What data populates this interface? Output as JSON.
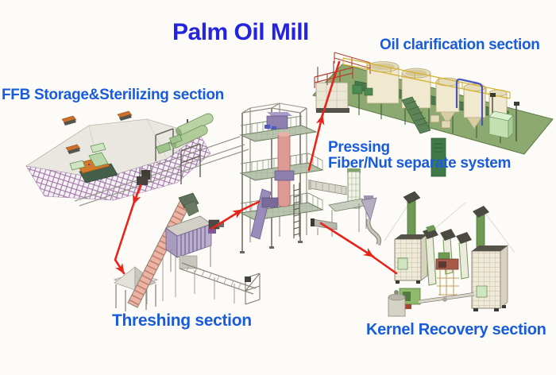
{
  "page": {
    "title": "Palm Oil Mill",
    "background_color": "#fcfbf7",
    "title_color": "#2424de",
    "label_color": "#185cdb",
    "arrow_color": "#e8231a"
  },
  "sections": {
    "ffb": {
      "label": "FFB Storage&Sterilizing section"
    },
    "clarification": {
      "label": "Oil clarification section"
    },
    "pressing": {
      "line1": "Pressing",
      "line2": "Fiber/Nut separate system"
    },
    "threshing": {
      "label": "Threshing section"
    },
    "kernel": {
      "label": "Kernel Recovery section"
    }
  },
  "flow_arrows": [
    {
      "from": "FFB Storage&Sterilizing section",
      "to": "Threshing section"
    },
    {
      "from": "Threshing section",
      "to": "Pressing"
    },
    {
      "from": "Pressing",
      "to": "Oil clarification section"
    },
    {
      "from": "Fiber/Nut separate system",
      "to": "Kernel Recovery section"
    }
  ],
  "palette": {
    "checker_purple": "#9a6fa0",
    "sterilizer_green": "#b9d3a4",
    "conveyor_salmon": "#eab5a4",
    "thresher_purple": "#a99bbd",
    "tower_floor_green": "#b9c4ae",
    "press_column_pink": "#dc9a92",
    "clarification_platform_green": "#8ca96f",
    "tank_cream": "#f0e9d0",
    "pipe_yellow": "#d4b22e",
    "pipe_blue": "#4a55b5",
    "railing_red": "#b04434",
    "silo_cream": "#efe9d8",
    "elevator_green": "#6f9a55",
    "machine_red": "#a85a48",
    "arrow_red": "#e8231a"
  }
}
